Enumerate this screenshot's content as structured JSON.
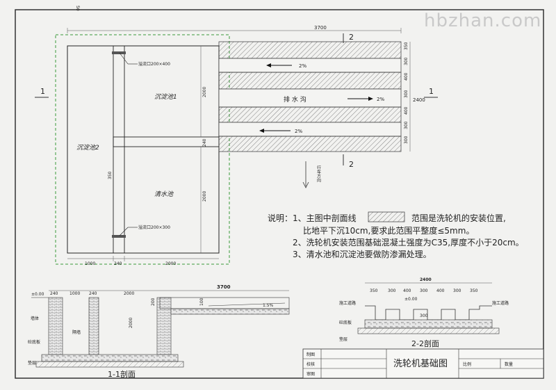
{
  "watermark": "hbzhan.com",
  "corner_mark": "50",
  "dims_top": {
    "total": "3700"
  },
  "channel_rows": [
    "350",
    "300",
    "400",
    "300",
    "400",
    "300",
    "300"
  ],
  "channel_total": "2400",
  "labels": {
    "overflow_top": "溢流口200×400",
    "overflow_bottom": "溢流口200×300",
    "tank1": "沉淀池1",
    "tank2": "沉淀池2",
    "clear": "清水池",
    "drain": "排  水  沟",
    "slope": "2%",
    "direction": "行车方向",
    "left_dim_350": "350",
    "h2000a": "2000",
    "h2000b": "2000",
    "h240": "240",
    "bottom_1000": "1000",
    "bottom_240": "240",
    "bottom_2000": "2000"
  },
  "section_marks": {
    "one": "1",
    "two": "2"
  },
  "notes": [
    "说明：1、主图中剖面线",
    "范围是洗轮机的安装位置,",
    "比地平下沉10cm,要求此范围平整度≤5mm。",
    "2、洗轮机安装范围基础混凝土强度为C35,厚度不小于20cm。",
    "3、清水池和沉淀池要做防渗漏处理。"
  ],
  "section11": {
    "title": "1-1剖面",
    "top_dims": [
      "240",
      "1000",
      "240",
      "2000"
    ],
    "total": "3700",
    "elev": "±0.00",
    "h2000": "2000",
    "h200": "200",
    "h100": "100",
    "slope": "1.5%",
    "wall": "墙体",
    "partition": "隔墙",
    "concrete": "砼底板",
    "cushion": "垫层"
  },
  "section22": {
    "title": "2-2剖面",
    "total": "2400",
    "dims": [
      "350",
      "300",
      "400",
      "300",
      "400",
      "300",
      "350"
    ],
    "elev": "±0.00",
    "road_left": "施工道路",
    "road_right": "施工道路",
    "h300": "300",
    "concrete": "砼底板",
    "cushion": "垫层"
  },
  "titleblock": {
    "draw": "制图",
    "check": "校核",
    "review": "审图",
    "title": "洗轮机基础图",
    "scale": "比例",
    "qty": "数量"
  }
}
